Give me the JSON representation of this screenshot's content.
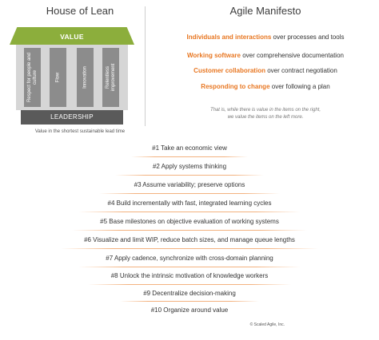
{
  "house_of_lean": {
    "title": "House of Lean",
    "roof_label": "VALUE",
    "pillars": [
      "Respect for people and culture",
      "Flow",
      "Innovation",
      "Relentless improvement"
    ],
    "foundation_label": "LEADERSHIP",
    "caption": "Value in the shortest sustainable lead time",
    "colors": {
      "roof": "#8cae3c",
      "pillar": "#8c8c8c",
      "foundation": "#5a5a5a"
    }
  },
  "agile_manifesto": {
    "title": "Agile Manifesto",
    "values": [
      {
        "emphasis": "Individuals and interactions",
        "rest": "over processes and tools"
      },
      {
        "emphasis": "Working software",
        "rest": "over comprehensive documentation"
      },
      {
        "emphasis": "Customer collaboration",
        "rest": "over contract negotiation"
      },
      {
        "emphasis": "Responding to change",
        "rest": "over following a plan"
      }
    ],
    "note_line1": "That is, while there is value in the items on the right,",
    "note_line2": "we value the items on the left more.",
    "accent_color": "#e87722"
  },
  "principles": [
    "#1 Take an economic view",
    "#2 Apply systems thinking",
    "#3 Assume variability; preserve options",
    "#4 Build incrementally with fast, integrated learning cycles",
    "#5 Base milestones on objective evaluation of working systems",
    "#6 Visualize and limit WIP, reduce batch sizes, and manage queue lengths",
    "#7 Apply cadence, synchronize with cross-domain planning",
    "#8 Unlock the intrinsic motivation of knowledge workers",
    "#9 Decentralize decision-making",
    "#10 Organize around value"
  ],
  "copyright": "© Scaled Agile, Inc."
}
